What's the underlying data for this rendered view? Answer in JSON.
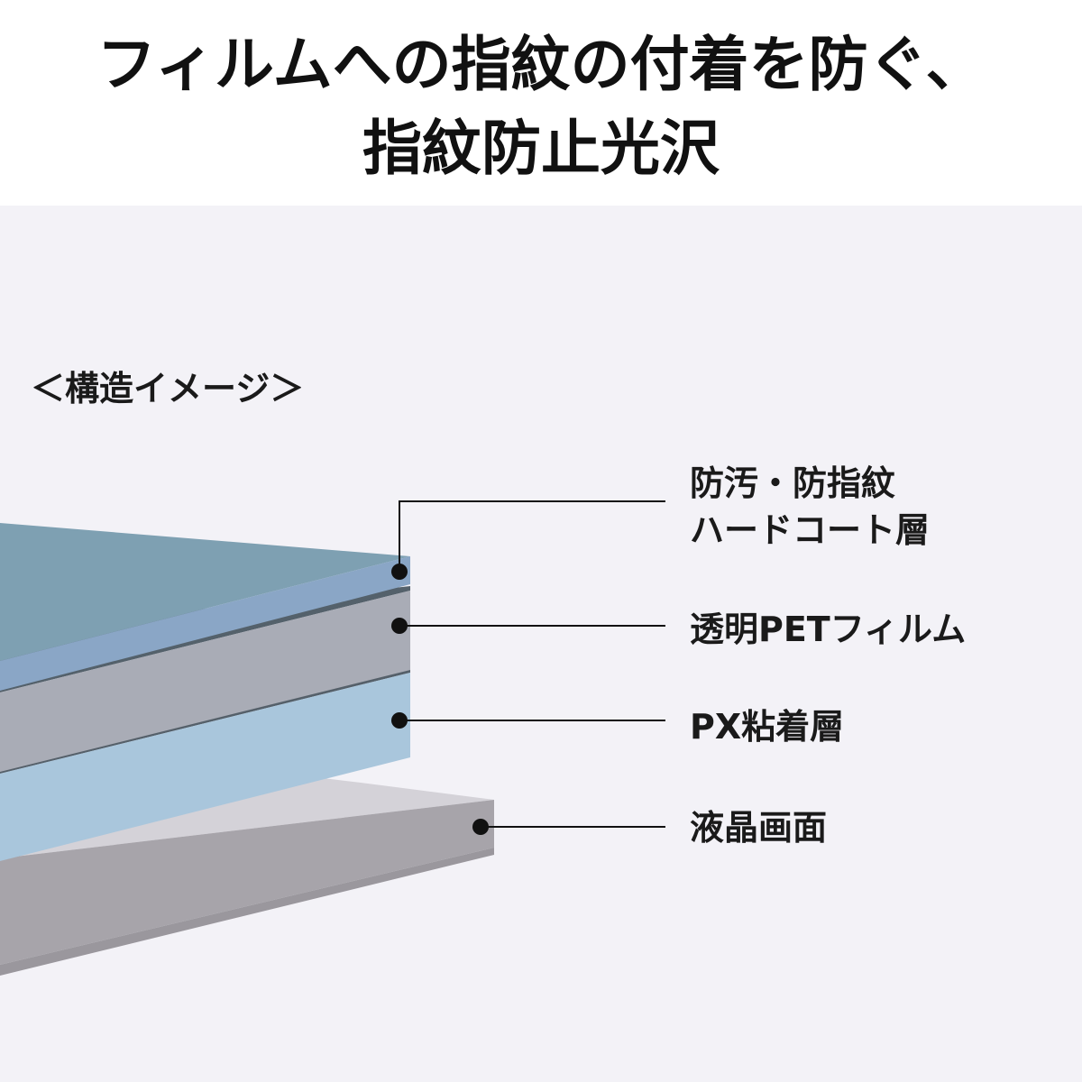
{
  "title": {
    "line1": "フィルムへの指紋の付着を防ぐ、",
    "line2": "指紋防止光沢"
  },
  "section_label": "＜構造イメージ＞",
  "layers": [
    {
      "id": "hardcoat",
      "lines": [
        "防汚・防指紋",
        "ハードコート層"
      ],
      "color": "#8aa6c6"
    },
    {
      "id": "pet",
      "lines": [
        "透明PETフィルム"
      ],
      "color": "#a9acb6"
    },
    {
      "id": "adhesive",
      "lines": [
        "PX粘着層"
      ],
      "color": "#a9c6dc"
    },
    {
      "id": "lcd",
      "lines": [
        "液晶画面"
      ],
      "color": "#a7a4aa"
    }
  ],
  "colors": {
    "background": "#f3f2f7",
    "hardcoat_top": "#7ea0b2",
    "pet_top": "#54616b",
    "adhesive_top": "#55606a",
    "lcd_top": "#d4d2d8",
    "callout": "#111111"
  }
}
